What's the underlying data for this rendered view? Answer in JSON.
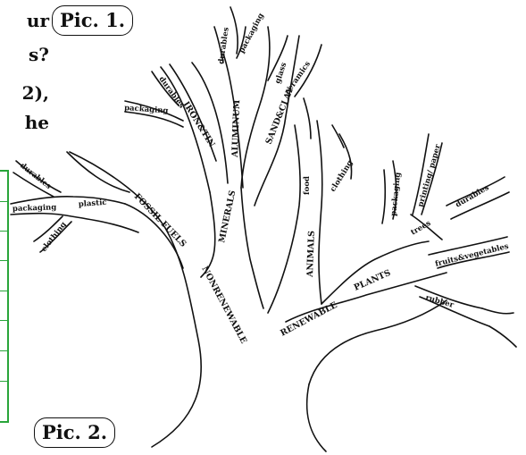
{
  "question_lines": [
    "ur",
    "s?",
    "2),",
    "he"
  ],
  "pic1_label": "Pic. 1.",
  "pic2_label": "Pic. 2.",
  "tree_labels": {
    "durables_top": "durables",
    "packaging_top": "packaging",
    "glass": "glass",
    "ceramics": "ceramics",
    "aluminum": "ALUMINUM",
    "sand_clay": "SAND&CLAY",
    "iron_tin": "IRON&TIN",
    "durables_iron": "durables",
    "packaging_iron": "packaging",
    "minerals": "MINERALS",
    "food": "food",
    "clothing_animals": "clothing",
    "animals": "ANIMALS",
    "packaging_plants": "packaging",
    "printing_paper": "printing/ paper",
    "trees": "trees",
    "durables_trees": "durables",
    "fruits_vegetables": "fruits&vegetables",
    "plants": "PLANTS",
    "rubber": "rubber",
    "renewable": "RENEWABLE",
    "nonrenewable": "NONRENEWABLE",
    "fossil_fuels": "FOSSIL FUELS",
    "plastic": "plastic",
    "durables_plastic": "durables",
    "packaging_plastic": "packaging",
    "clothing_plastic": "clothing"
  }
}
